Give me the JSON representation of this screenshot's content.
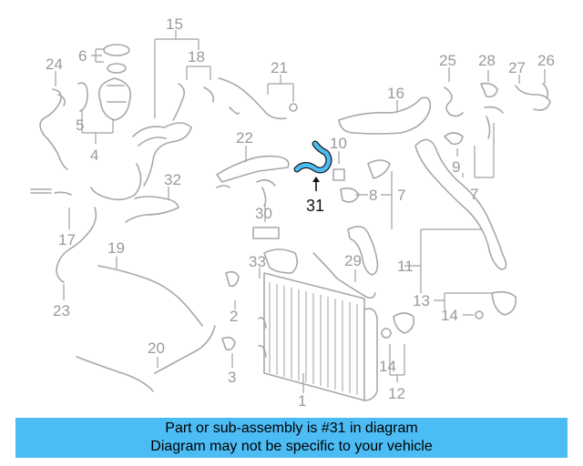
{
  "diagram": {
    "labels": {
      "l1": "1",
      "l2": "2",
      "l3": "3",
      "l4": "4",
      "l5": "5",
      "l6": "6",
      "l7a": "7",
      "l7b": "7",
      "l8": "8",
      "l9": "9",
      "l10": "10",
      "l11": "11",
      "l12": "12",
      "l13": "13",
      "l14a": "14",
      "l14b": "14",
      "l15": "15",
      "l16": "16",
      "l17": "17",
      "l18": "18",
      "l19": "19",
      "l20": "20",
      "l21": "21",
      "l22": "22",
      "l23": "23",
      "l24": "24",
      "l25": "25",
      "l26": "26",
      "l27": "27",
      "l28": "28",
      "l29": "29",
      "l30": "30",
      "l31": "31",
      "l32": "32",
      "l33": "33"
    },
    "highlight_part": "31",
    "highlight_color": "#4cbcf4"
  },
  "banner": {
    "line1": "Part or sub-assembly is #31 in diagram",
    "line2": "Diagram may not be specific to your vehicle",
    "color": "#4cbcf4"
  }
}
